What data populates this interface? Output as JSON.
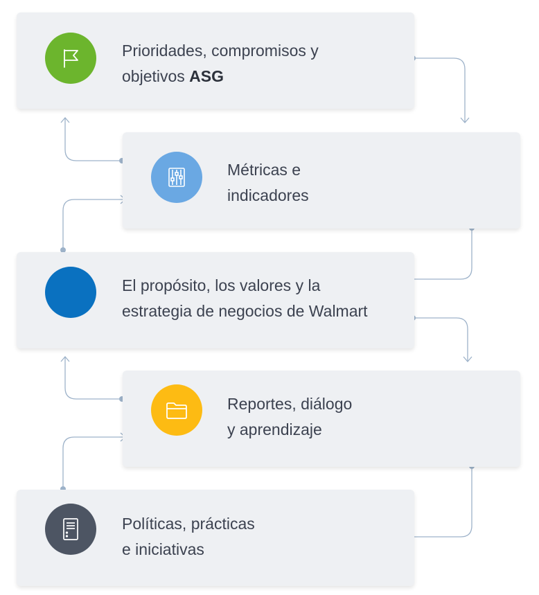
{
  "steps": [
    {
      "line1": "Prioridades, compromisos y",
      "line2_prefix": "objetivos ",
      "line2_bold": "ASG",
      "icon": "flag-icon",
      "color": "#6cb52d"
    },
    {
      "line1": "Métricas e",
      "line2": "indicadores",
      "icon": "sliders-icon",
      "color": "#6aa8e3"
    },
    {
      "line1": "El propósito, los valores y la",
      "line2": "estrategia de negocios de Walmart",
      "icon": "none",
      "color": "#0a71c0"
    },
    {
      "line1": "Reportes, diálogo",
      "line2": "y aprendizaje",
      "icon": "folder-icon",
      "color": "#fdbb13"
    },
    {
      "line1": "Políticas, prácticas",
      "line2": "e iniciativas",
      "icon": "document-icon",
      "color": "#4d5563"
    }
  ],
  "colors": {
    "card": "#eef0f3",
    "connector": "#9db2c9",
    "text": "#3c4250"
  }
}
